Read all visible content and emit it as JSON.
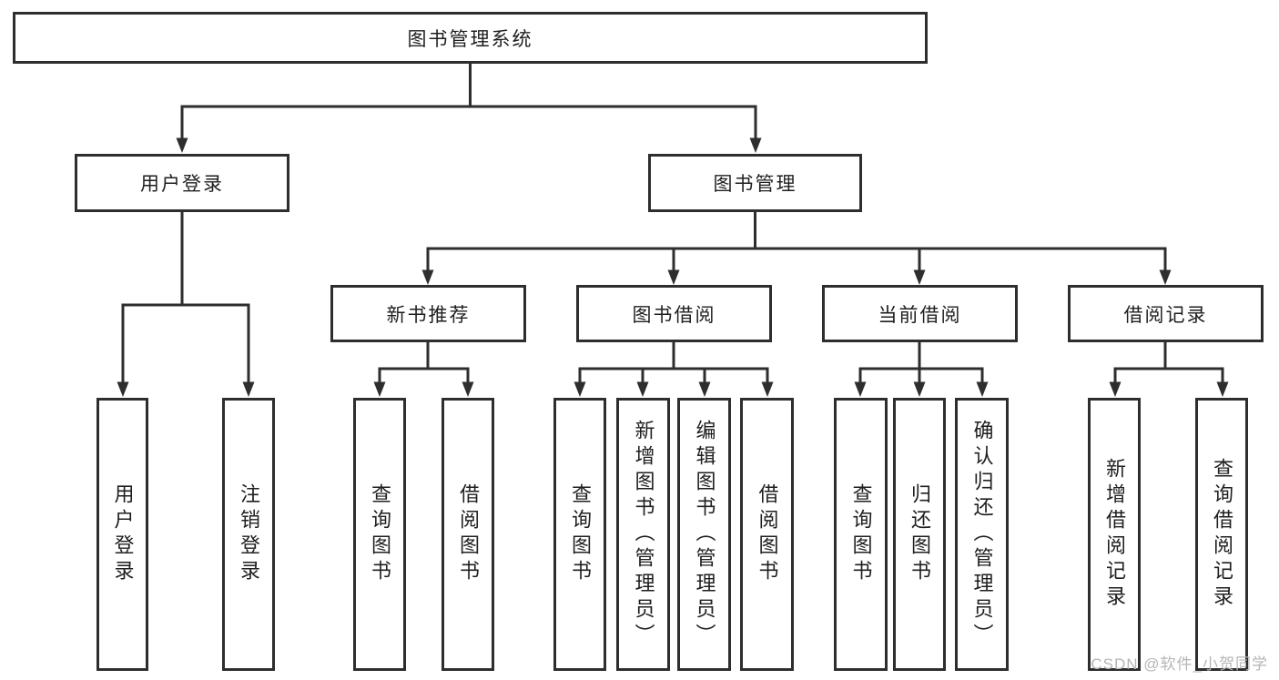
{
  "diagram": {
    "root": "图书管理系统",
    "level2": [
      "用户登录",
      "图书管理"
    ],
    "level3": [
      "新书推荐",
      "图书借阅",
      "当前借阅",
      "借阅记录"
    ],
    "leaves": {
      "user_login": [
        "用户登录",
        "注销登录"
      ],
      "new_book": [
        "查询图书",
        "借阅图书"
      ],
      "book_borrow": [
        "查询图书",
        "新增图书（管理员）",
        "编辑图书（管理员）",
        "借阅图书"
      ],
      "current_borrow": [
        "查询图书",
        "归还图书",
        "确认归还（管理员）"
      ],
      "borrow_records": [
        "新增借阅记录",
        "查询借阅记录"
      ]
    },
    "watermark": "CSDN @软件_小贺同学",
    "colors": {
      "line": "#2e2e2e",
      "box_border": "#2e2e2e",
      "text": "#1f1f1f",
      "watermark": "#b6b6b6",
      "background": "#ffffff"
    }
  }
}
